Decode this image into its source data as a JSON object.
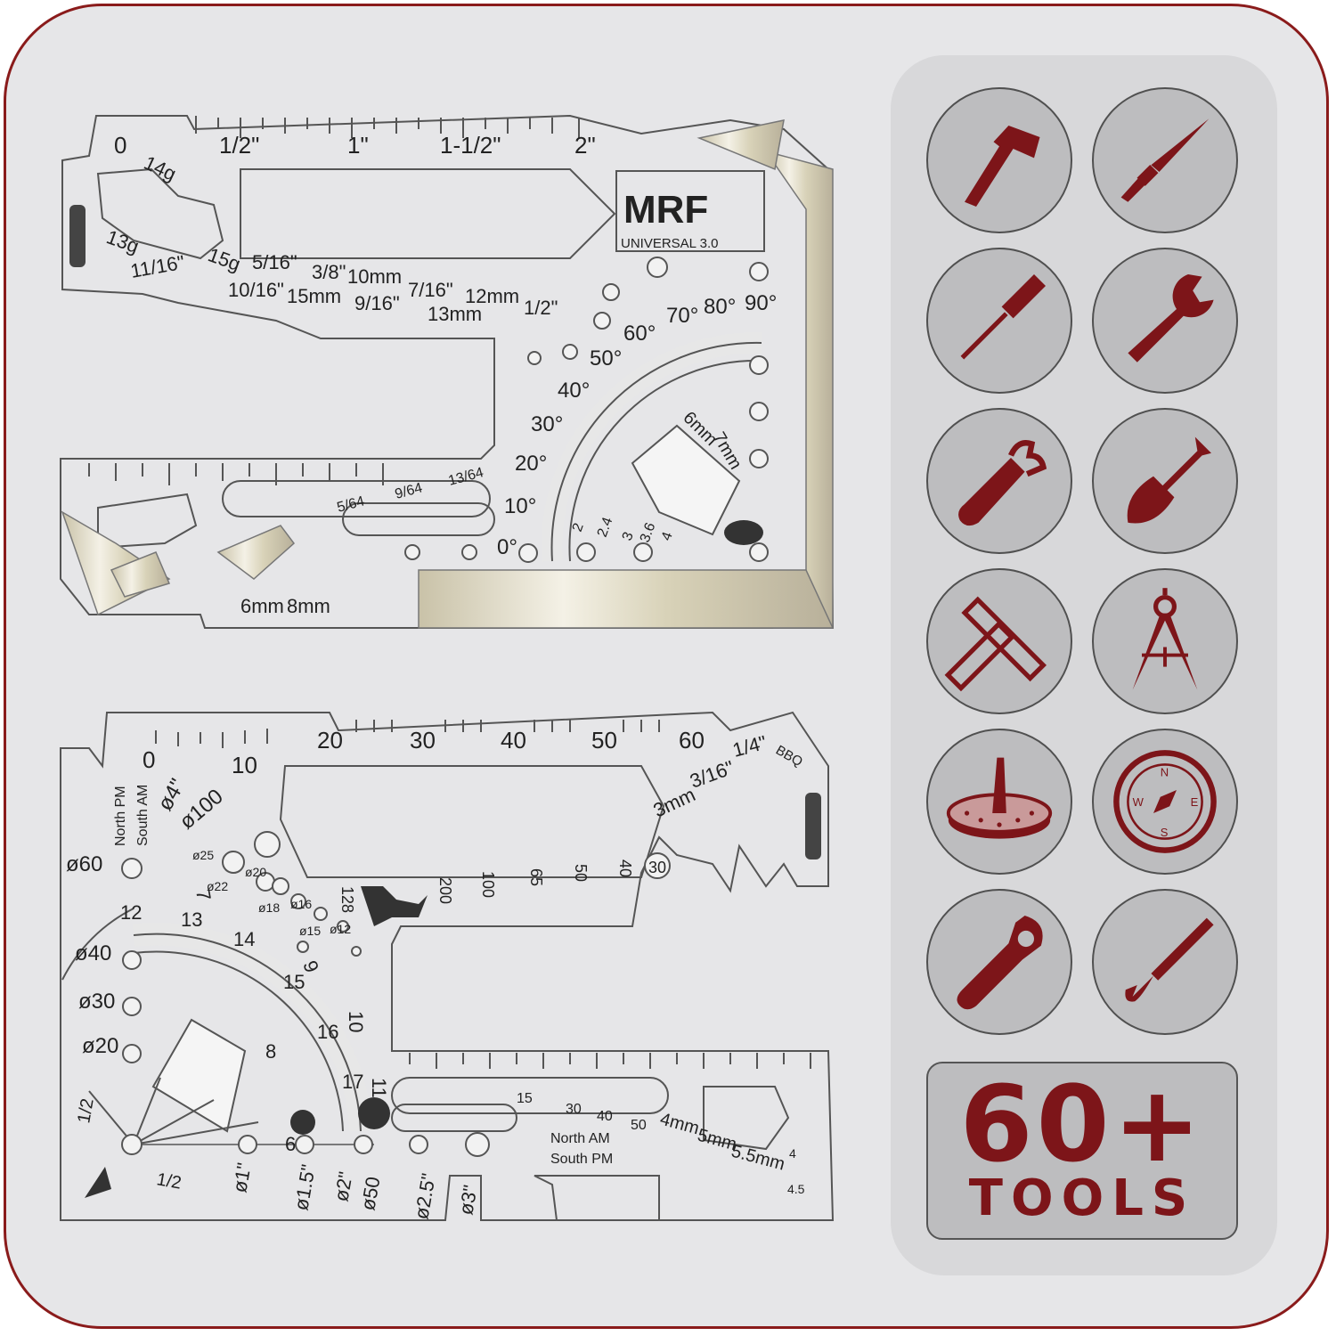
{
  "card_top": {
    "brand_logo": "MRF",
    "model": "UNIVERSAL 3.0",
    "ruler_labels": [
      "0",
      "1/2\"",
      "1\"",
      "1-1/2\"",
      "2\""
    ],
    "wrench_sizes": [
      "14g",
      "13g",
      "11/16\"",
      "15g",
      "5/16\"",
      "3/8\"",
      "10mm",
      "10/16\"",
      "15mm",
      "9/16\"",
      "7/16\"",
      "13mm",
      "12mm",
      "1/2\""
    ],
    "angle_labels": [
      "0°",
      "10°",
      "20°",
      "30°",
      "40°",
      "50°",
      "60°",
      "70°",
      "80°",
      "90°"
    ],
    "drill_labels": [
      "6mm",
      "7mm"
    ],
    "bit_labels": [
      "2",
      "2.4",
      "3",
      "3.6",
      "4"
    ],
    "small_fractions": [
      "5/64",
      "9/64",
      "13/64"
    ],
    "bottom_hex": [
      "6mm",
      "8mm"
    ]
  },
  "card_bottom": {
    "ruler_labels": [
      "0",
      "10",
      "20",
      "30",
      "40",
      "50",
      "60"
    ],
    "wrench_sizes": [
      "1/4\"",
      "3/16\"",
      "3mm",
      "BBQ"
    ],
    "compass_labels": [
      "North PM",
      "South AM"
    ],
    "compass_labels_b": [
      "North AM",
      "South PM"
    ],
    "diam_labels": [
      "ø4\"",
      "ø100",
      "ø60",
      "ø40",
      "ø30",
      "ø20"
    ],
    "hole_labels": [
      "ø25",
      "ø20",
      "ø22",
      "ø18",
      "ø16",
      "ø15",
      "ø12"
    ],
    "gauge_labels": [
      "128",
      "200",
      "100",
      "65",
      "50",
      "40",
      "30"
    ],
    "gear_labels": [
      "12",
      "13",
      "14",
      "15",
      "16",
      "17",
      "11",
      "10",
      "9",
      "8",
      "7",
      "6"
    ],
    "bottom_diams": [
      "ø1\"",
      "ø1.5\"",
      "ø2\"",
      "ø50",
      "ø2.5\"",
      "ø3\""
    ],
    "hex_labels": [
      "4mm",
      "5mm",
      "5.5mm",
      "4",
      "4.5"
    ],
    "fraction_small": [
      "1/2",
      "1/2"
    ],
    "angle_small": [
      "15",
      "30",
      "40",
      "50"
    ]
  },
  "tools": [
    {
      "icon": "axe-icon"
    },
    {
      "icon": "knife-icon"
    },
    {
      "icon": "screwdriver-icon"
    },
    {
      "icon": "wrench-icon"
    },
    {
      "icon": "can-opener-icon"
    },
    {
      "icon": "shovel-icon"
    },
    {
      "icon": "ruler-pencil-icon"
    },
    {
      "icon": "divider-compass-icon"
    },
    {
      "icon": "sundial-icon"
    },
    {
      "icon": "compass-icon"
    },
    {
      "icon": "bottle-opener-icon"
    },
    {
      "icon": "saw-icon"
    }
  ],
  "count": {
    "big": "60+",
    "small": "TOOLS"
  },
  "colors": {
    "accent": "#7d1519",
    "frame": "#8a1b1b",
    "background": "#e6e6e8"
  }
}
